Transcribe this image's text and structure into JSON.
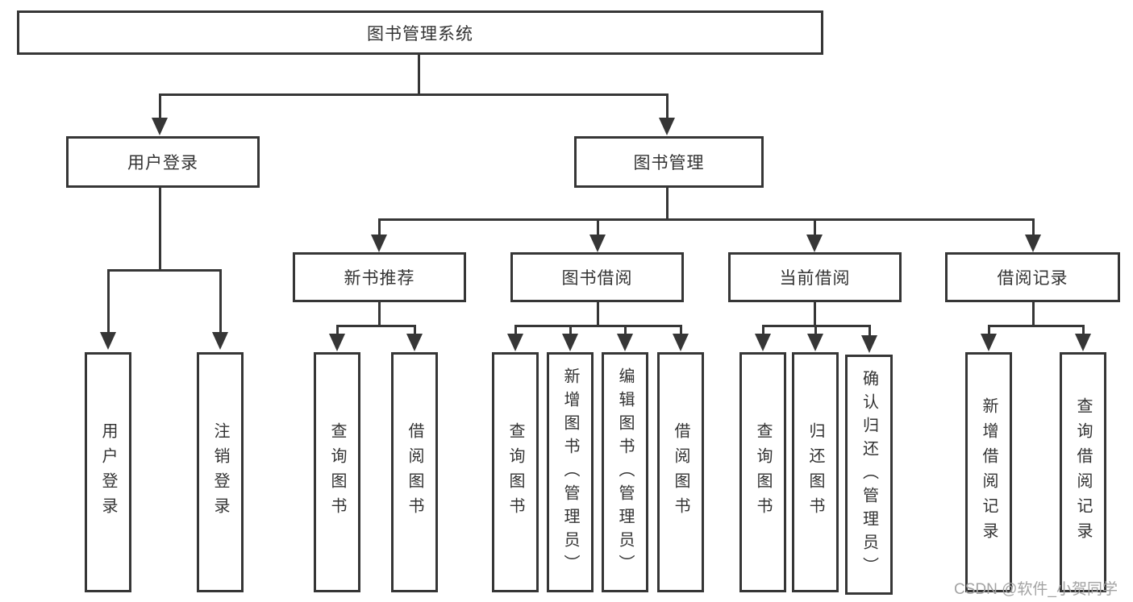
{
  "colors": {
    "line": "#363636",
    "text": "#333333",
    "watermark": "#a3a3a3",
    "background": "#ffffff"
  },
  "tree": {
    "label": "图书管理系统",
    "children": [
      {
        "label": "用户登录",
        "children": [
          {
            "label": "用户登录"
          },
          {
            "label": "注销登录"
          }
        ]
      },
      {
        "label": "图书管理",
        "children": [
          {
            "label": "新书推荐",
            "children": [
              {
                "label": "查询图书"
              },
              {
                "label": "借阅图书"
              }
            ]
          },
          {
            "label": "图书借阅",
            "children": [
              {
                "label": "查询图书"
              },
              {
                "label": "新增图书（管理员）"
              },
              {
                "label": "编辑图书（管理员）"
              },
              {
                "label": "借阅图书"
              }
            ]
          },
          {
            "label": "当前借阅",
            "children": [
              {
                "label": "查询图书"
              },
              {
                "label": "归还图书"
              },
              {
                "label": "确认归还（管理员）"
              }
            ]
          },
          {
            "label": "借阅记录",
            "children": [
              {
                "label": "新增借阅记录"
              },
              {
                "label": "查询借阅记录"
              }
            ]
          }
        ]
      }
    ]
  },
  "watermark": {
    "text": "CSDN @软件_小贺同学"
  }
}
